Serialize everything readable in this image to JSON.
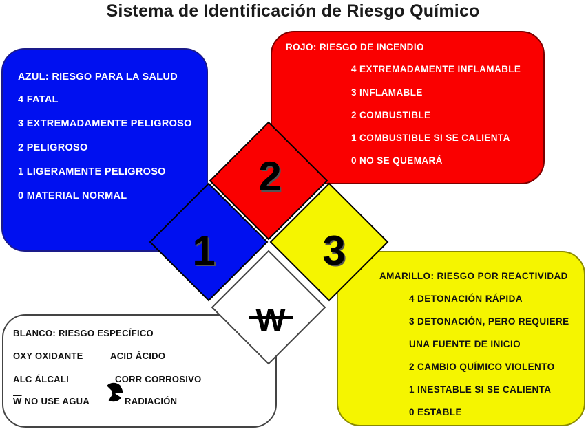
{
  "title": "Sistema de Identificación de Riesgo Químico",
  "blue": {
    "color": "#0010f0",
    "heading": "AZUL: RIESGO PARA LA SALUD",
    "items": [
      "4 FATAL",
      "3 EXTREMADAMENTE PELIGROSO",
      "2 PELIGROSO",
      "1 LIGERAMENTE PELIGROSO",
      "0 MATERIAL NORMAL"
    ]
  },
  "red": {
    "color": "#fa0000",
    "heading": "ROJO: RIESGO  DE INCENDIO",
    "items": [
      "4 EXTREMADAMENTE  INFLAMABLE",
      "3 INFLAMABLE",
      "2 COMBUSTIBLE",
      "1 COMBUSTIBLE  SI SE CALIENTA",
      "0 NO SE QUEMARÁ"
    ]
  },
  "yellow": {
    "color": "#f5f500",
    "heading": "AMARILLO: RIESGO POR REACTIVIDAD",
    "items": [
      "4 DETONACIÓN  RÁPIDA",
      "3 DETONACIÓN,  PERO REQUIERE",
      "UNA FUENTE DE INICIO",
      "2 CAMBIO  QUÍMICO VIOLENTO",
      "1 INESTABLE  SI SE CALIENTA",
      "0 ESTABLE"
    ]
  },
  "white": {
    "heading": "BLANCO: RIESGO  ESPECÍFICO",
    "oxy": "OXY OXIDANTE",
    "acid": "ACID ÁCIDO",
    "alc": "ALC ÁLCALI",
    "corr": "CORR CORROSIVO",
    "w_letter": "W",
    "no_water": " NO USE AGUA",
    "radiation": "RADIACIÓN"
  },
  "diamond": {
    "health": "1",
    "fire": "2",
    "reactivity": "3",
    "special": "W",
    "colors": {
      "health": "#0010f0",
      "fire": "#fa0000",
      "reactivity": "#f5f500",
      "special": "#ffffff"
    }
  }
}
